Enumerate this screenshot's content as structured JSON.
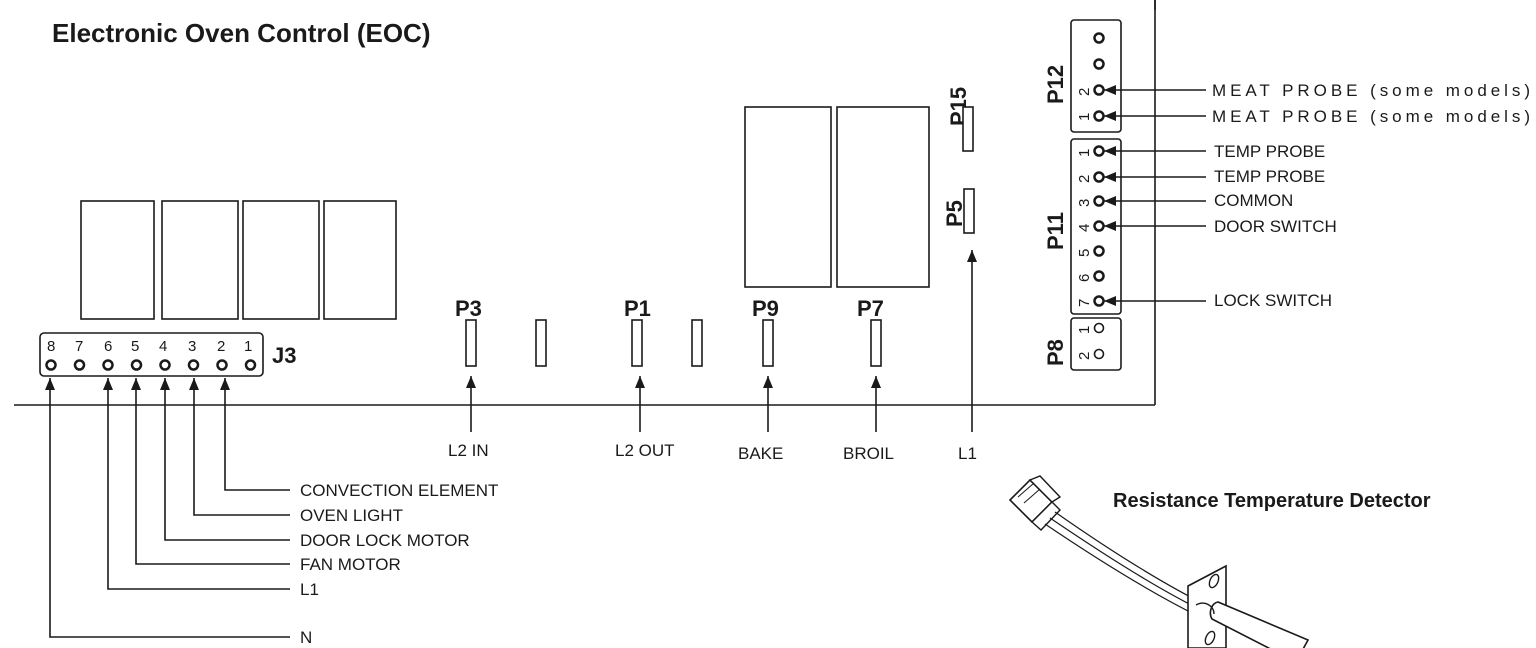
{
  "title": "Electronic Oven Control (EOC)",
  "rtd_title": "Resistance Temperature Detector",
  "j3": {
    "name": "J3",
    "pins": [
      "8",
      "7",
      "6",
      "5",
      "4",
      "3",
      "2",
      "1"
    ],
    "wires": [
      {
        "pin": "2",
        "label": "CONVECTION ELEMENT"
      },
      {
        "pin": "3",
        "label": "OVEN  LIGHT"
      },
      {
        "pin": "4",
        "label": "DOOR LOCK MOTOR"
      },
      {
        "pin": "5",
        "label": "FAN MOTOR"
      },
      {
        "pin": "6",
        "label": "L1"
      },
      {
        "pin": "8",
        "label": "N"
      }
    ]
  },
  "terminals": [
    {
      "name": "P3",
      "label": "L2 IN"
    },
    {
      "name": "P1",
      "label": "L2 OUT"
    },
    {
      "name": "P9",
      "label": "BAKE"
    },
    {
      "name": "P7",
      "label": "BROIL"
    },
    {
      "name": "P5",
      "label": "L1"
    },
    {
      "name": "P15",
      "label": ""
    }
  ],
  "p12": {
    "name": "P12",
    "pin_numbers": [
      "2",
      "1"
    ],
    "labels": [
      "MEAT  PROBE  (some models)",
      "MEAT  PROBE  (some models)"
    ]
  },
  "p11": {
    "name": "P11",
    "pin_numbers": [
      "1",
      "2",
      "3",
      "4",
      "5",
      "6",
      "7"
    ],
    "labels": [
      "TEMP PROBE",
      "TEMP PROBE",
      "COMMON",
      "DOOR  SWITCH",
      "LOCK SWITCH"
    ]
  },
  "p8": {
    "name": "P8",
    "pin_numbers": [
      "1",
      "2"
    ]
  }
}
